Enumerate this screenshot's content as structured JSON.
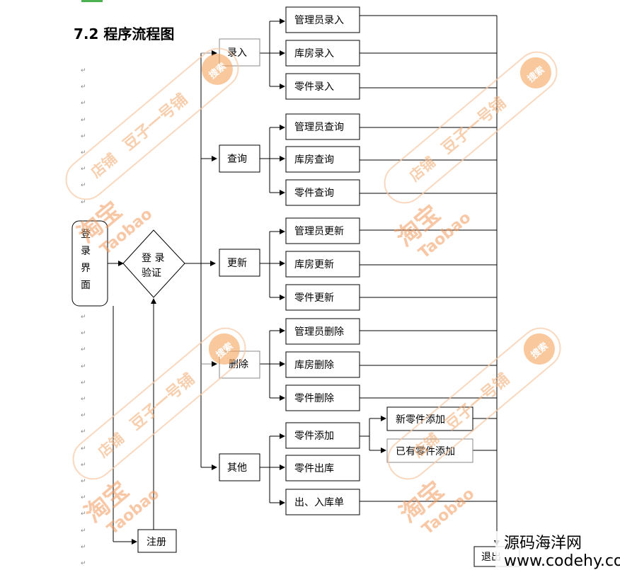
{
  "heading": "7.2 程序流程图",
  "paragraph_mark": "↵",
  "login_page": [
    "登",
    "录",
    "界",
    "面"
  ],
  "login_verify": [
    "登 录",
    "验证"
  ],
  "register": "注册",
  "modules": [
    "录入",
    "查询",
    "更新",
    "删除",
    "其他"
  ],
  "entry_items": [
    "管理员录入",
    "库房录入",
    "零件录入"
  ],
  "query_items": [
    "管理员查询",
    "库房查询",
    "零件查询"
  ],
  "update_items": [
    "管理员更新",
    "库房更新",
    "零件更新"
  ],
  "delete_items": [
    "管理员删除",
    "库房删除",
    "零件删除"
  ],
  "other_items": [
    "零件添加",
    "零件出库",
    "出、入库单"
  ],
  "add_items": [
    "新零件添加",
    "已有零件添加"
  ],
  "exit_box": "退出",
  "watermark": {
    "taobao_cn": "淘宝",
    "taobao_en": "Taobao",
    "shop": "店铺",
    "shop_name": "豆子一号铺",
    "search": "搜索"
  },
  "site_name": "源码海洋网",
  "site_url": "www.codehy.com"
}
